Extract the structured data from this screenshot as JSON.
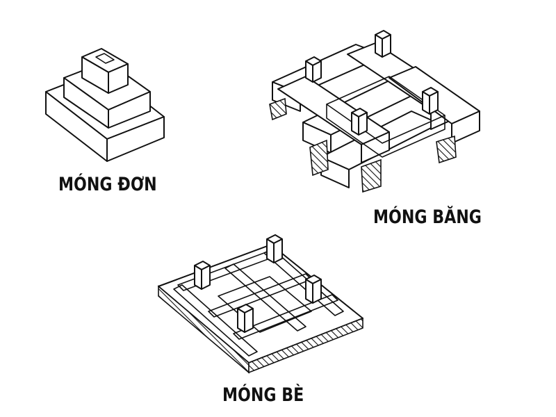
{
  "labels": {
    "mong_don": "MÓNG ĐƠN",
    "mong_bang": "MÓNG BĂNG",
    "mong_be": "MÓNG BÈ"
  },
  "colors": {
    "line": "#111111",
    "background": "#ffffff"
  }
}
